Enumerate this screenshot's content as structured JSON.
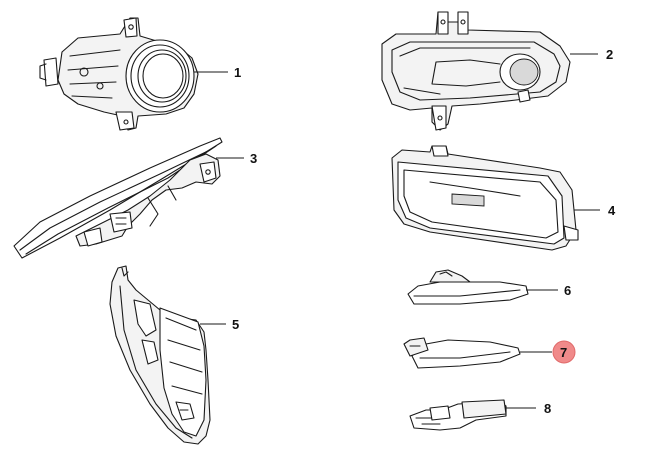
{
  "diagram": {
    "callouts": [
      {
        "id": "1",
        "label": "1",
        "highlighted": false
      },
      {
        "id": "2",
        "label": "2",
        "highlighted": false
      },
      {
        "id": "3",
        "label": "3",
        "highlighted": false
      },
      {
        "id": "4",
        "label": "4",
        "highlighted": false
      },
      {
        "id": "5",
        "label": "5",
        "highlighted": false
      },
      {
        "id": "6",
        "label": "6",
        "highlighted": false
      },
      {
        "id": "7",
        "label": "7",
        "highlighted": true
      },
      {
        "id": "8",
        "label": "8",
        "highlighted": false
      }
    ],
    "highlight_color": "#f08a8a",
    "line_color": "#1a1a1a"
  }
}
